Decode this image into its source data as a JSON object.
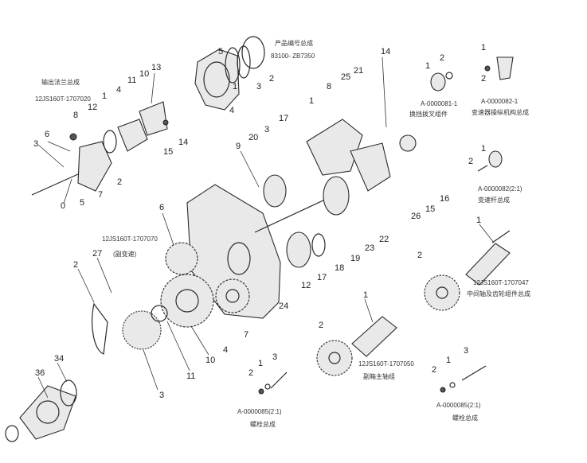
{
  "figure": {
    "captions": {
      "top_center_1": "产品编号总成",
      "top_center_2": "83100- ZB7350",
      "top_left_1": "输出法兰总成",
      "top_left_2": "12JS160T-1707020",
      "top_right_1": "A-0000081-1",
      "top_right_2": "A-0000082-1",
      "top_right_2b": "变速器操纵机构总成",
      "mid_right": "A-0000082(2:1)",
      "mid_left_1": "12JS160T-1707070",
      "mid_left_2": "(副变速)",
      "mid_right_shaft_1": "12JS160T-1707047",
      "mid_right_shaft_2": "中间轴及齿轮组件总成",
      "bottom_center_1": "12JS160T-1707050",
      "bottom_center_2": "副箱主轴组",
      "bottom_left": "A-0000085(2:1)",
      "bottom_left_2": "螺栓总成",
      "bottom_right": "A-0000085(2:1)",
      "bottom_right_2": "螺栓总成"
    },
    "callouts": [
      "0",
      "1",
      "2",
      "3",
      "4",
      "5",
      "6",
      "7",
      "8",
      "9",
      "10",
      "11",
      "12",
      "13",
      "14",
      "15",
      "16",
      "17",
      "18",
      "19",
      "20",
      "21",
      "22",
      "23",
      "24",
      "25",
      "26",
      "27",
      "34",
      "36"
    ]
  }
}
